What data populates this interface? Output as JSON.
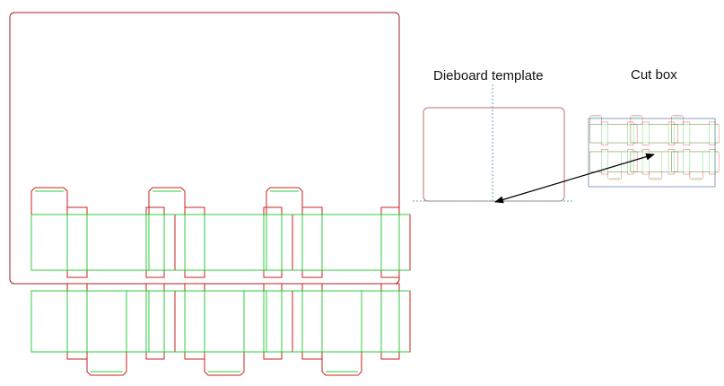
{
  "labels": {
    "dieboard_template": "Dieboard template",
    "cut_box": "Cut box"
  },
  "colors": {
    "cut_line": "#cc1f1f",
    "crease_line": "#2ecc40",
    "sheet_outline": "#a02020",
    "template_outline": "#c07070",
    "guide_line": "#5aa7b0",
    "arrow": "#000000",
    "background": "#ffffff"
  },
  "layout_grid": {
    "rows": 2,
    "columns": 3
  }
}
